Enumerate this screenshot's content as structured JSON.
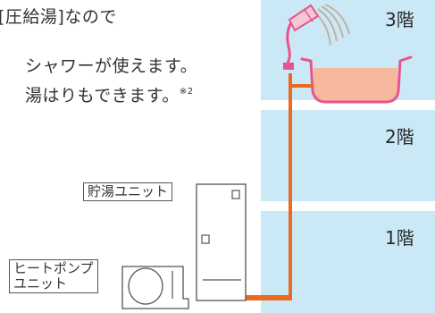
{
  "intro": {
    "line1": "[圧給湯]なので",
    "line2": "シャワーが使えます。",
    "line3": "湯はりもできます。",
    "line3_note": "※2"
  },
  "floors": [
    {
      "label": "3階"
    },
    {
      "label": "2階"
    },
    {
      "label": "1階"
    }
  ],
  "units": {
    "tank_label": "貯湯ユニット",
    "pump_label_1": "ヒートポンプ",
    "pump_label_2": "ユニット"
  },
  "colors": {
    "floor_bg": "#cbe8f6",
    "pipe": "#ea6a1f",
    "shower": "#e8548c",
    "bathwater": "#f6b9a0",
    "water_stream": "#bfb2a4"
  }
}
